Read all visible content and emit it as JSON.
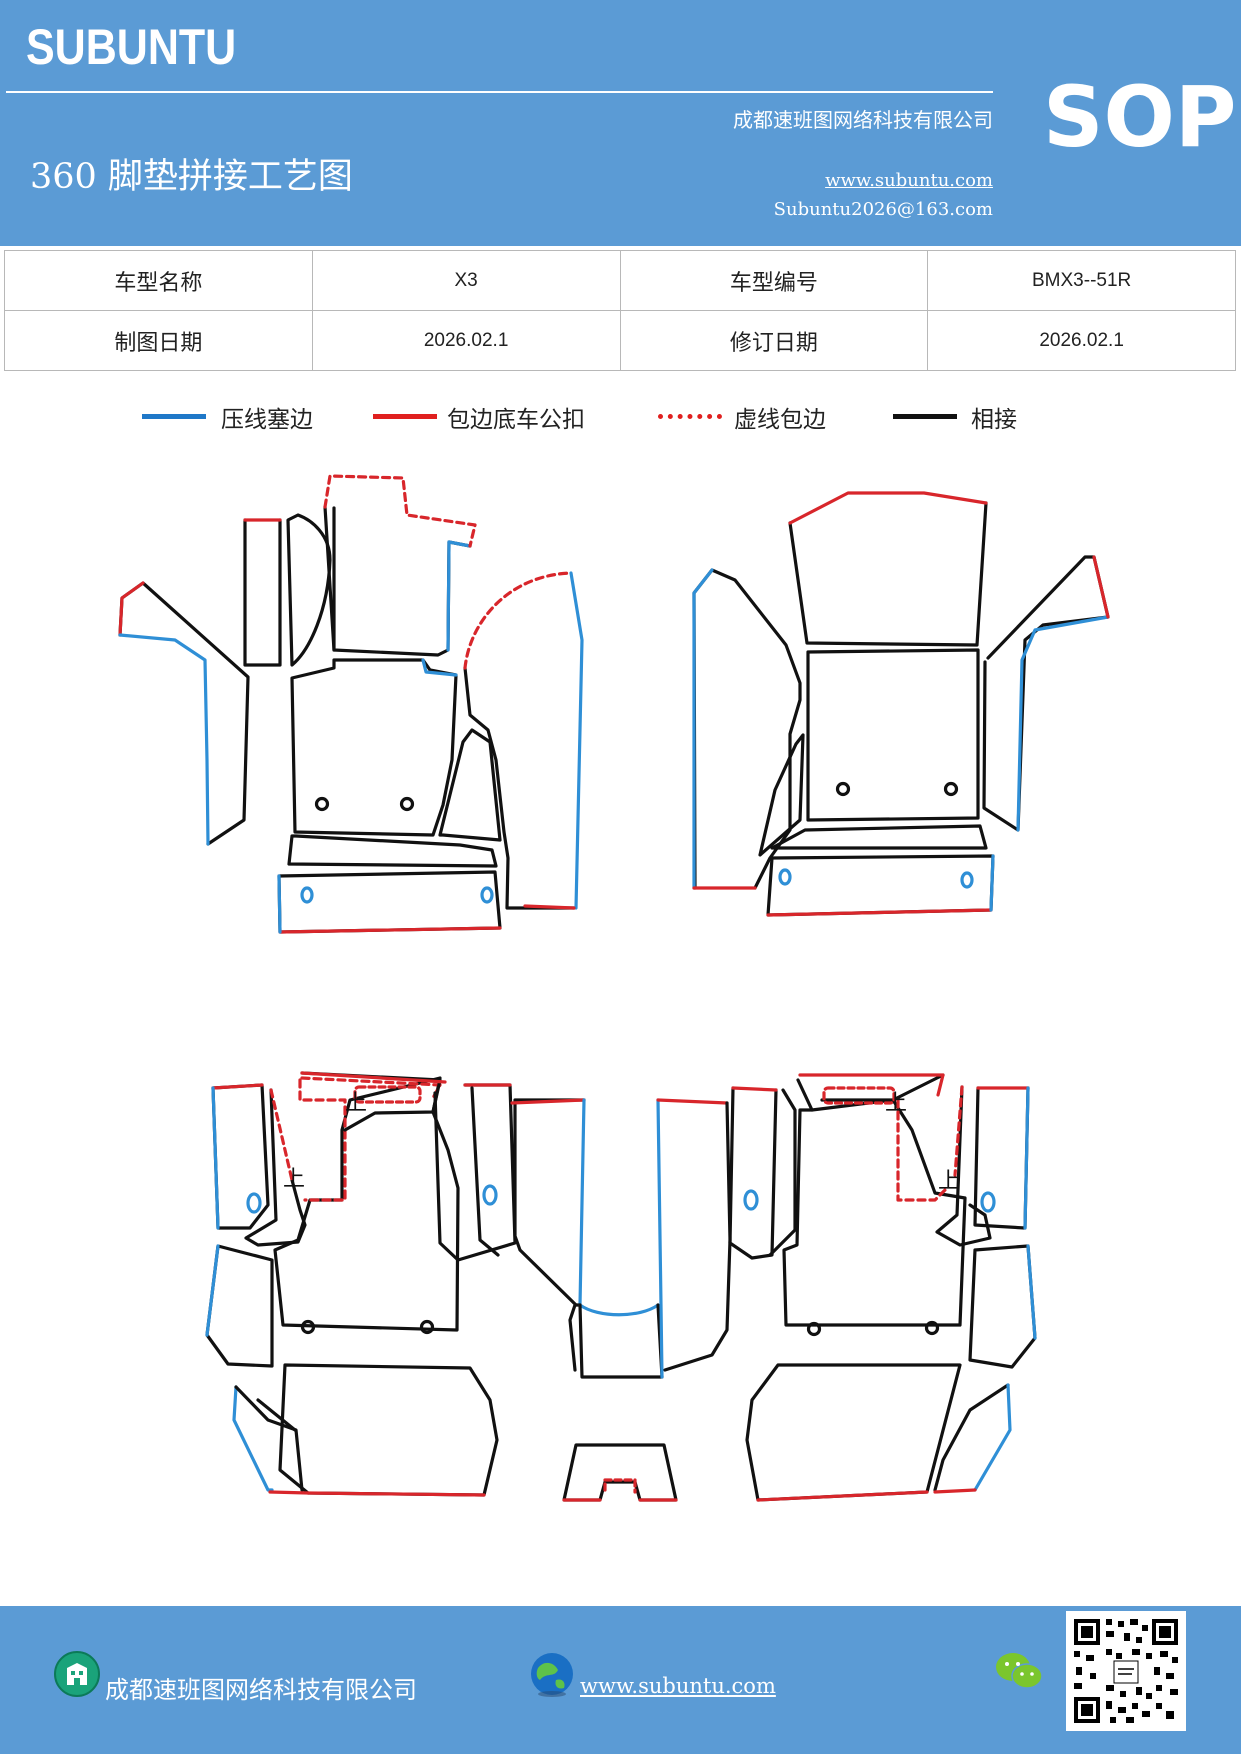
{
  "header": {
    "brand": "SUBUNTU",
    "company": "成都速班图网络科技有限公司",
    "title": "360 脚垫拼接工艺图",
    "website": "www.subuntu.com",
    "email": "Subuntu2026@163.com",
    "badge": "SOP",
    "bg_color": "#5b9bd5"
  },
  "info_table": {
    "rows": [
      [
        {
          "label": "车型名称"
        },
        {
          "value": "X3"
        },
        {
          "label": "车型编号"
        },
        {
          "value": "BMX3--51R"
        }
      ],
      [
        {
          "label": "制图日期"
        },
        {
          "value": "2026.02.1"
        },
        {
          "label": "修订日期"
        },
        {
          "value": "2026.02.1"
        }
      ]
    ]
  },
  "legend": [
    {
      "label": "压线塞边",
      "color": "#1f78c8",
      "style": "solid"
    },
    {
      "label": "包边底车公扣",
      "color": "#e0201f",
      "style": "solid"
    },
    {
      "label": "虚线包边",
      "color": "#e0201f",
      "style": "dotted"
    },
    {
      "label": "相接",
      "color": "#000000",
      "style": "solid"
    }
  ],
  "diagram": {
    "marker": "上",
    "colors": {
      "blue": "#2f8fd6",
      "red": "#d8262b",
      "black": "#111111"
    },
    "icons": [
      "floor-mat-diagram-icon"
    ]
  },
  "footer": {
    "company": "成都速班图网络科技有限公司",
    "website": "www.subuntu.com",
    "icons": [
      "building-icon",
      "globe-icon",
      "wechat-icon",
      "qr-code-icon"
    ]
  }
}
